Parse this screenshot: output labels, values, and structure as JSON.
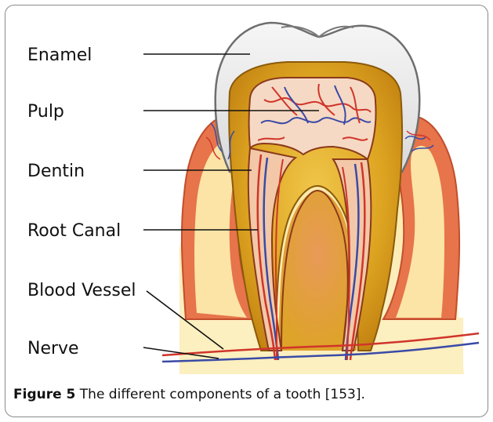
{
  "labels": {
    "enamel": "Enamel",
    "pulp": "Pulp",
    "dentin": "Dentin",
    "root_canal": "Root Canal",
    "blood_vessel": "Blood Vessel",
    "nerve": "Nerve"
  },
  "caption": {
    "figure_number": "Figure 5",
    "text": "The different components of a tooth [153]."
  },
  "colors": {
    "enamel": "#f0f0f0",
    "dentin": "#d9a21d",
    "pulp": "#f6d9c4",
    "gum": "#e7744a",
    "bone": "#fbe9a8",
    "artery": "#d0352a",
    "vein": "#3a4aa6"
  }
}
